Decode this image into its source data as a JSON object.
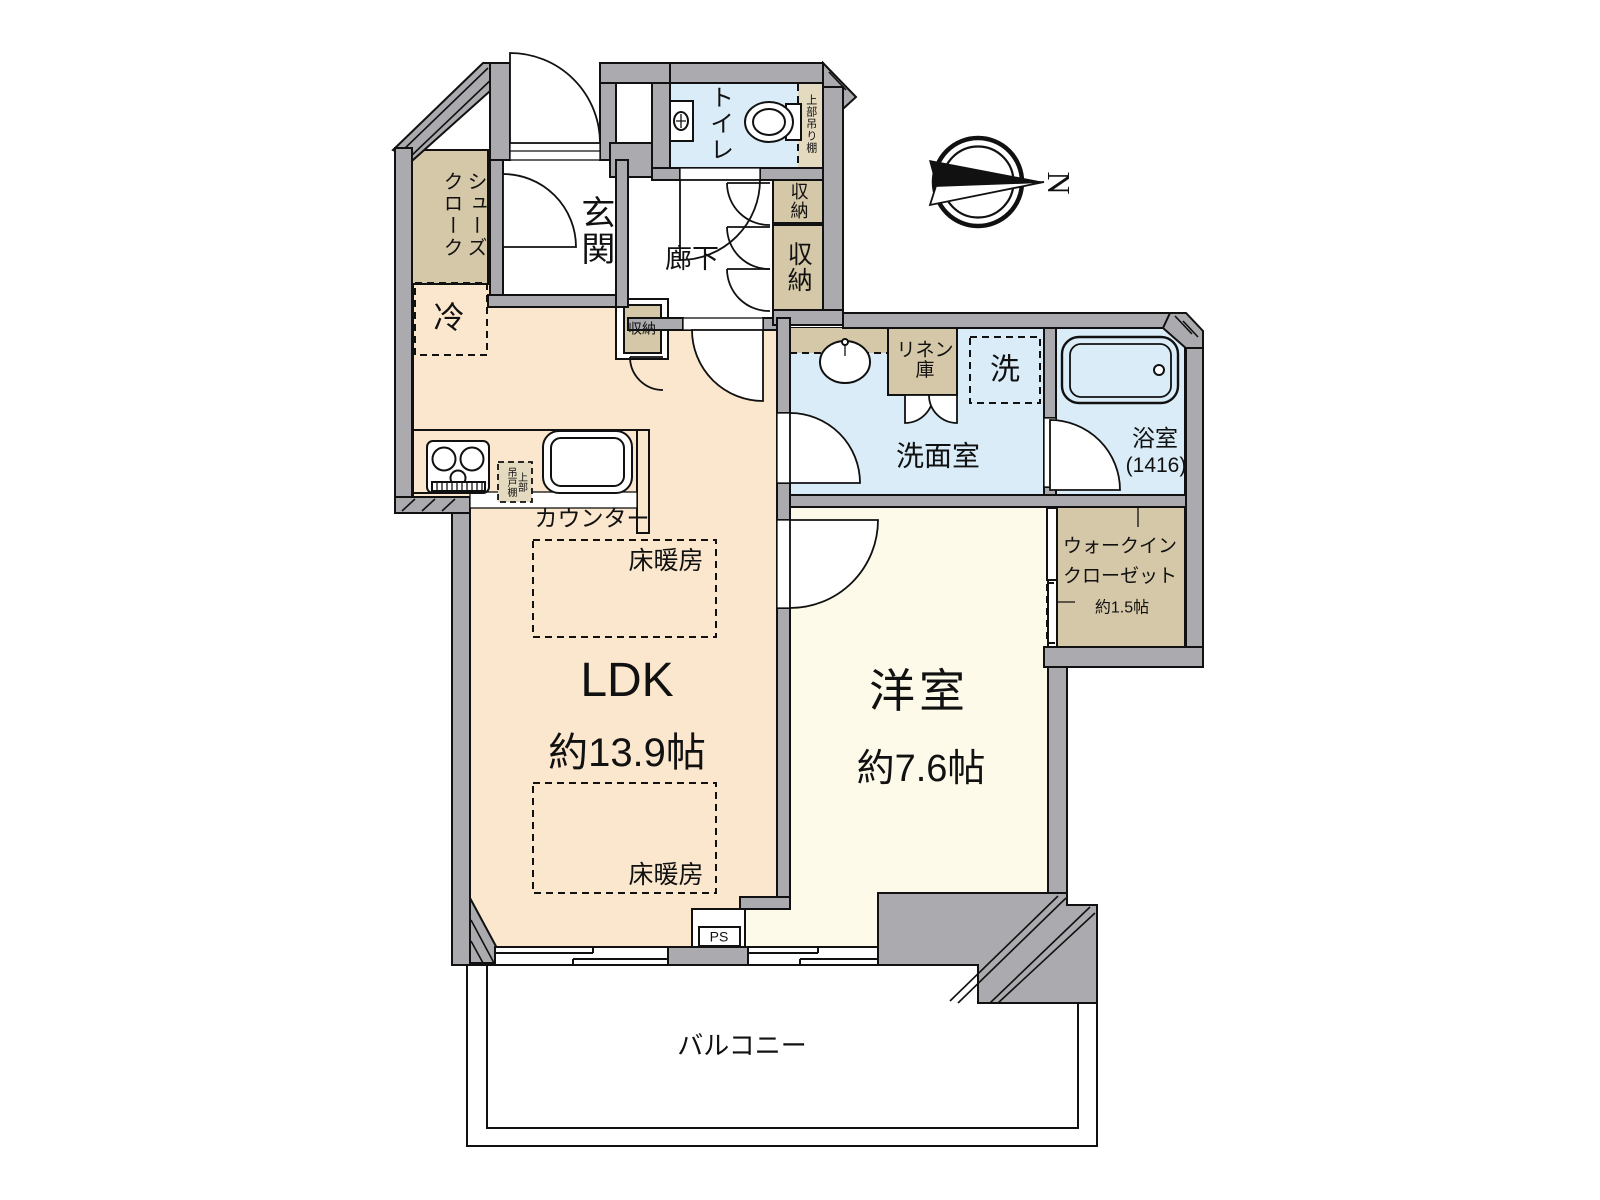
{
  "plan": {
    "compass": {
      "north_label": "N"
    },
    "rooms": {
      "ldk": {
        "name": "LDK",
        "size": "約13.9帖"
      },
      "western_room": {
        "name": "洋室",
        "size": "約7.6帖"
      },
      "entrance": {
        "name": "玄関"
      },
      "hallway": {
        "name": "廊下"
      },
      "toilet": {
        "name": "トイレ"
      },
      "washroom": {
        "name": "洗面室"
      },
      "bathroom": {
        "name": "浴室",
        "size": "(1416)"
      },
      "walk_in_closet": {
        "name_line1": "ウォークイン",
        "name_line2": "クローゼット",
        "size": "約1.5帖"
      },
      "balcony": {
        "name": "バルコニー"
      }
    },
    "features": {
      "shoes_closet": "シューズクローク",
      "fridge": "冷",
      "storage_hall_small": "収納",
      "storage_hall_large": "収納",
      "storage_ldk": "収納",
      "toilet_upper_shelf": "上部吊り棚",
      "kitchen_upper_cabinet_col1": "上部",
      "kitchen_upper_cabinet_col2": "吊戸棚",
      "counter": "カウンター",
      "floor_heating_top": "床暖房",
      "floor_heating_bottom": "床暖房",
      "linen_line1": "リネン",
      "linen_line2": "庫",
      "washer": "洗",
      "pipe_space": "PS"
    },
    "colors": {
      "wall": "#ababaf",
      "ldk_floor": "#fbe7cd",
      "western_floor": "#fdfae9",
      "wet_floor": "#d9ecf7",
      "closet_floor": "#d5c8a8",
      "shelf_fill": "#e4dabf",
      "line": "#111111"
    }
  }
}
